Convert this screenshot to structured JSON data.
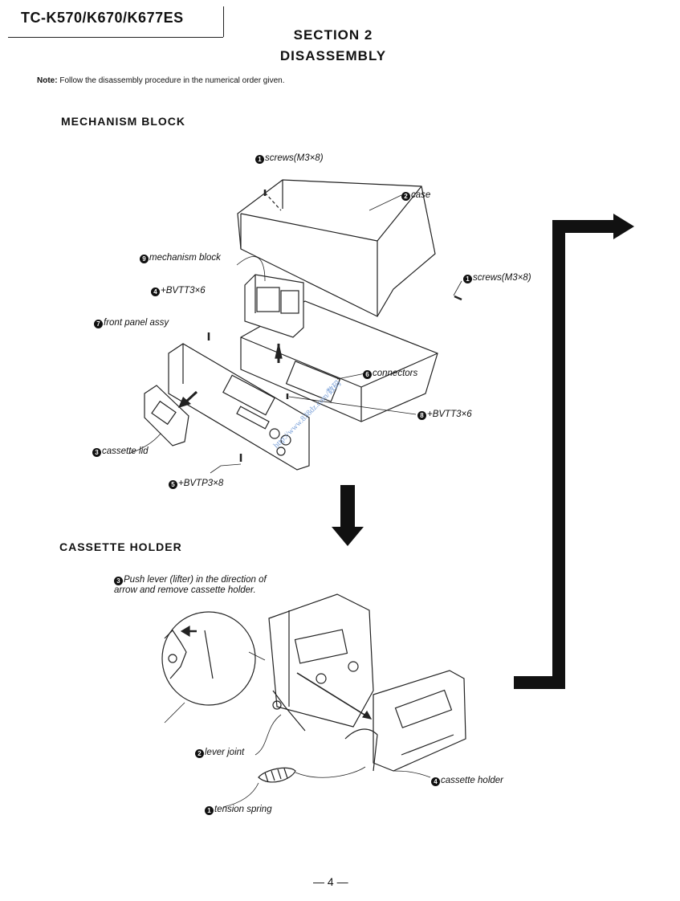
{
  "header": {
    "model": "TC-K570/K670/K677ES",
    "section_line1": "SECTION 2",
    "section_line2": "DISASSEMBLY"
  },
  "note": {
    "prefix": "Note:",
    "text": "Follow the disassembly procedure in the numerical order given."
  },
  "mechanism": {
    "heading": "MECHANISM  BLOCK",
    "labels": {
      "screws_top_num": "1",
      "screws_top": "screws(M3×8)",
      "case_num": "2",
      "case": "case",
      "screws_right_num": "1",
      "screws_right": "screws(M3×8)",
      "mech_block_num": "9",
      "mech_block": "mechanism block",
      "bvtt_num": "4",
      "bvtt": "+BVTT3×6",
      "front_panel_num": "7",
      "front_panel": "front panel assy",
      "connectors_num": "6",
      "connectors": "connectors",
      "bvtt8_num": "8",
      "bvtt8": "+BVTT3×6",
      "cassette_lid_num": "3",
      "cassette_lid": "cassette lid",
      "bvtp_num": "5",
      "bvtp": "+BVTP3×8"
    }
  },
  "holder": {
    "heading": "CASSETTE HOLDER",
    "push_num": "3",
    "push_text": "Push lever (lifter) in the direction of arrow and remove cassette holder.",
    "lever_joint_num": "2",
    "lever_joint": "lever joint",
    "tension_spring_num": "1",
    "tension_spring": "tension spring",
    "cassette_holder_num": "4",
    "cassette_holder": "cassette holder"
  },
  "watermark": "http://www.838dz.com/数码",
  "page_number": "— 4 —"
}
